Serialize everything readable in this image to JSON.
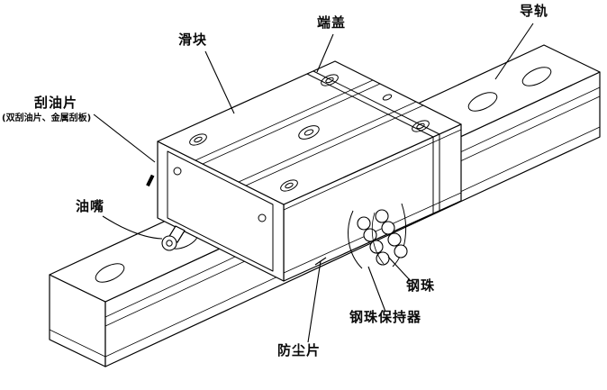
{
  "figure": {
    "background": "#ffffff",
    "line_color": "#000000",
    "subject": "linear-guide-rail-assembly-diagram"
  },
  "labels": {
    "slider": "滑块",
    "end_cap": "端盖",
    "rail": "导轨",
    "scraper": "刮油片",
    "scraper_sub": "(双刮油片、金属刮板)",
    "grease_nipple": "油嘴",
    "steel_ball": "钢珠",
    "ball_retainer": "钢珠保持器",
    "dust_plate": "防尘片"
  }
}
